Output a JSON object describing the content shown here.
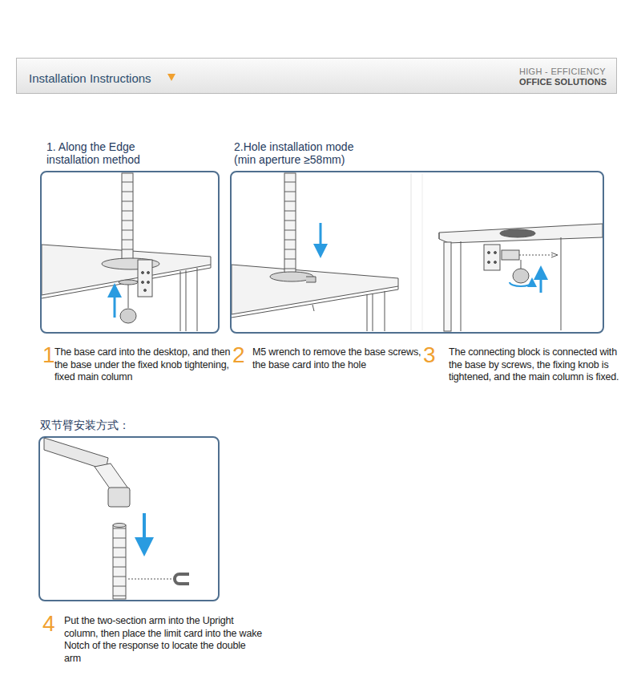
{
  "diagram": {
    "title": "Installation Instructions",
    "nodes": [
      {
        "text": [
          "1. Along the Edge installation method"
        ]
      },
      {
        "text": [
          "2.Hole installation mode (min aperture ≥58mm)"
        ]
      },
      {
        "text": [
          "双节臂安装方式："
        ]
      }
    ],
    "labels": [
      "HIGH - EFFICIENCY",
      "OFFICE SOLUTIONS",
      "1",
      "The base card into the desktop, and then the base under the fixed knob tightening, fixed main column",
      "2",
      "M5 wrench to remove the base screws, the base card into the hole",
      "3",
      "The connecting block is connected with the base by screws, the fixing knob is tightened, and the main column is fixed.",
      "4",
      "Put the two-section arm into the Upright column, then place the limit card into the wake Notch of the response to locate the double arm"
    ]
  }
}
